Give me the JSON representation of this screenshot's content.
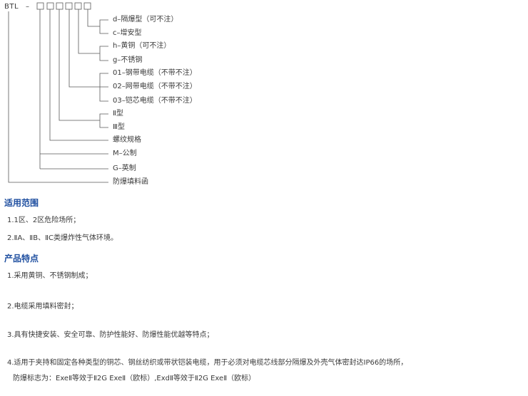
{
  "model": {
    "prefix": "BTL",
    "dash": "–"
  },
  "options": {
    "d": "d–隔爆型（可不注）",
    "c": "c–增安型",
    "h": "h–黄铜（可不注）",
    "g": "g–不锈钢",
    "o1": "01–钢带电缆（不带不注）",
    "o2": "02–网带电缆（不带不注）",
    "o3": "03–铠芯电缆（不带不注）",
    "t2": "Ⅱ型",
    "t3": "Ⅲ型",
    "thread": "螺纹规格",
    "m": "M–公制",
    "gi": "G–英制",
    "name": "防爆填料函"
  },
  "scope": {
    "title": "适用范围",
    "items": [
      "1.1区、2区危险场所；",
      "2.ⅡA、ⅡB、ⅡC类爆炸性气体环境。"
    ]
  },
  "features": {
    "title": "产品特点",
    "items": [
      "1.采用黄铜、不锈钢制成；",
      "2.电缆采用填料密封；",
      "3.具有快捷安装、安全可靠、防护性能好、防爆性能优越等特点；",
      "4.适用于夹持和固定各种类型的铜芯、钢丝纺织或带状铠装电缆，用于必须对电缆芯线部分隔爆及外壳气体密封达IP66的场所，",
      "防爆标志为：ExeⅡ等效于Ⅱ2G ExeⅡ（欧标）,ExdⅡ等效于Ⅱ2G ExeⅡ（欧标）"
    ]
  }
}
